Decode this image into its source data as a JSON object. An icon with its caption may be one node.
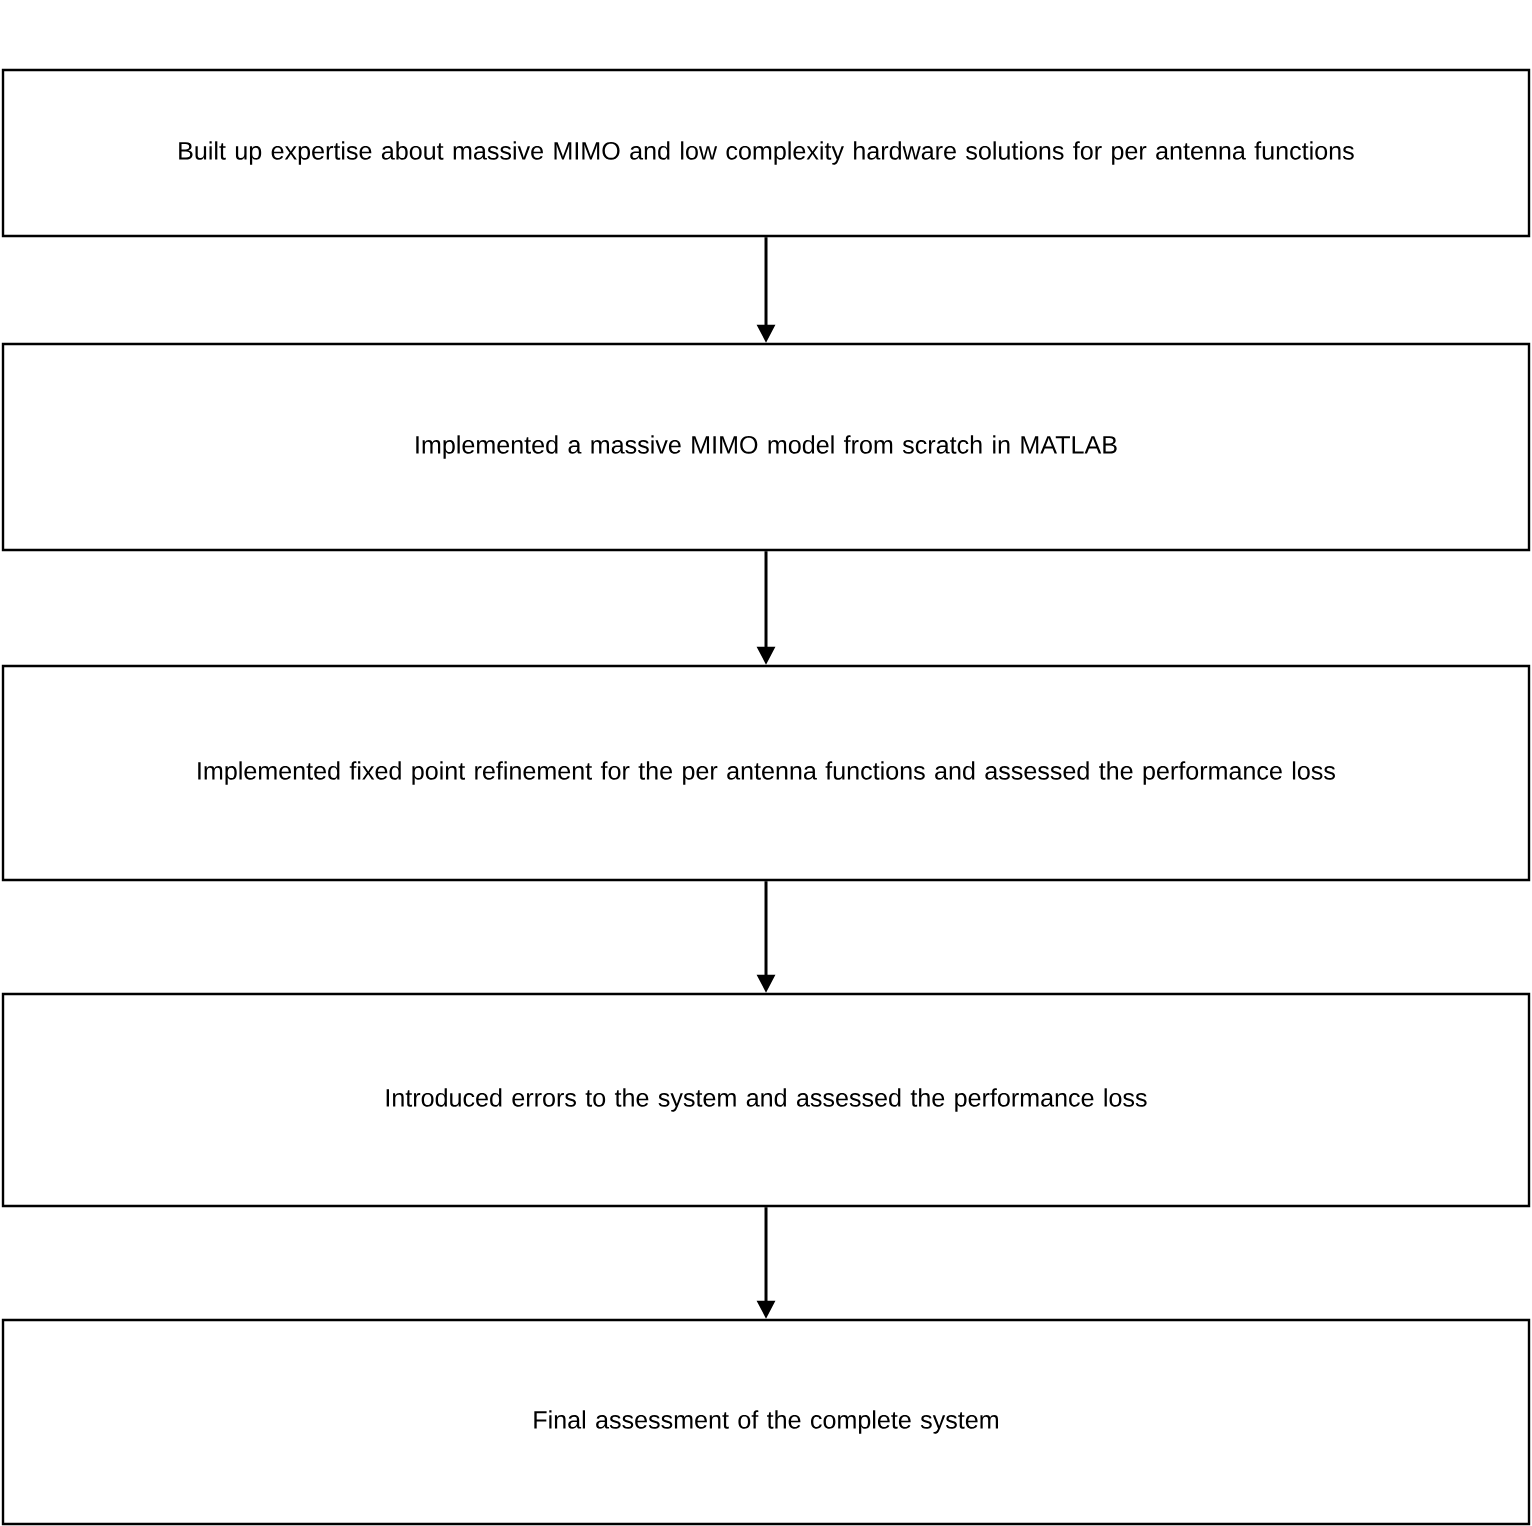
{
  "diagram": {
    "nodes": [
      {
        "text": [
          "Built up expertise about massive MIMO and low complexity hardware solutions for per antenna functions"
        ]
      },
      {
        "text": [
          "Implemented a massive MIMO model from scratch in MATLAB"
        ]
      },
      {
        "text": [
          "Implemented fixed point refinement for the per antenna functions and assessed the performance loss"
        ]
      },
      {
        "text": [
          "Introduced errors to the system and assessed the performance loss"
        ]
      },
      {
        "text": [
          "Final assessment of the complete system"
        ]
      }
    ],
    "edges": [
      {
        "from": 0,
        "to": 1,
        "arrow": "to"
      },
      {
        "from": 1,
        "to": 2,
        "arrow": "to"
      },
      {
        "from": 2,
        "to": 3,
        "arrow": "to"
      },
      {
        "from": 3,
        "to": 4,
        "arrow": "to"
      }
    ]
  }
}
